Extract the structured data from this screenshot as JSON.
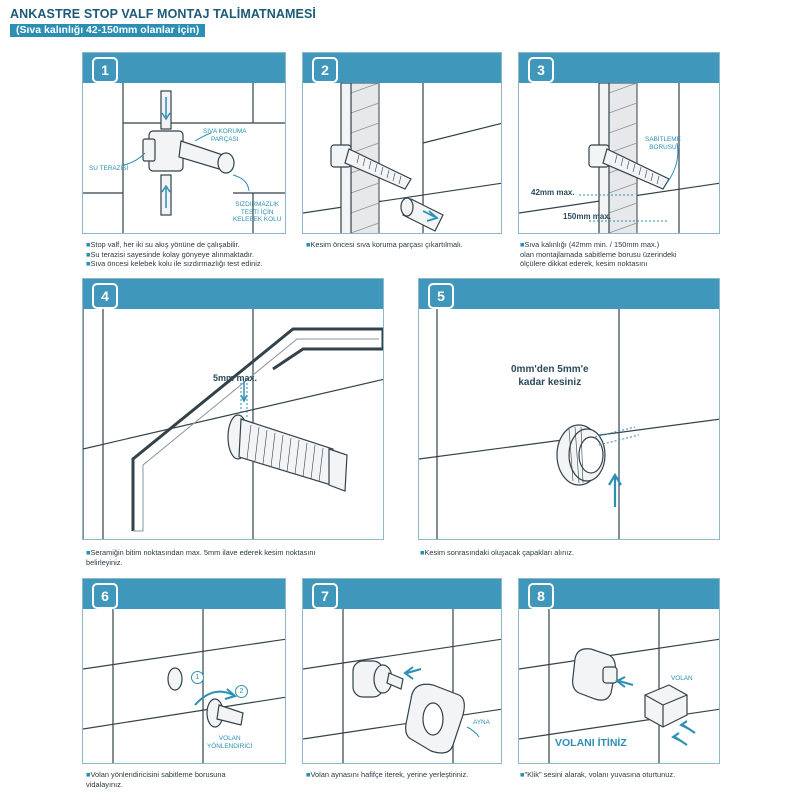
{
  "header": {
    "title": "ANKASTRE STOP VALF MONTAJ TALİMATNAMESİ",
    "subtitle": "(Sıva kalınlığı 42-150mm olanlar için)"
  },
  "colors": {
    "accent": "#3f98bb",
    "text": "#2c3a42",
    "line": "#33424a"
  },
  "steps": [
    {
      "number": "1",
      "labels": {
        "plaster_guard": "SIVA KORUMA\nPARÇASI",
        "level": "SU TERAZİSİ",
        "test_lever": "SIZDIRMAZLIK\nTESTİ İÇİN\nKELEBEK KOLU"
      },
      "caption": [
        "Stop valf, her iki su akış yönüne de çalışabilir.",
        "Su terazisi sayesinde kolay gönyeye alınmaktadır.",
        "Sıva öncesi kelebek kolu ile sızdırmazlığı test ediniz."
      ]
    },
    {
      "number": "2",
      "caption": [
        "Kesim öncesi sıva koruma parçası çıkartılmalı."
      ]
    },
    {
      "number": "3",
      "labels": {
        "fixing_pipe": "SABİTLEME\nBORUSU",
        "min": "42mm max.",
        "max": "150mm max."
      },
      "caption": [
        "Sıva kalınlığı (42mm min. / 150mm max.)",
        "olan montajlamada sabitleme borusu üzerindeki",
        "ölçülere dikkat ederek, kesim noktasını"
      ]
    },
    {
      "number": "4",
      "labels": {
        "max": "5mm max."
      },
      "caption": [
        "Seramiğin bitim noktasından max. 5mm ilave ederek kesim noktasını",
        "belirleyiniz."
      ]
    },
    {
      "number": "5",
      "labels": {
        "range": "0mm'den 5mm'e\nkadar kesiniz"
      },
      "caption": [
        "Kesim sonrasındaki oluşacak çapakları alınız."
      ]
    },
    {
      "number": "6",
      "labels": {
        "guide": "VOLAN\nYÖNLENDİRİCİ",
        "n1": "1",
        "n2": "2"
      },
      "caption": [
        "Volan yönlendiricisini sabitleme borusuna",
        "vidalayınız."
      ]
    },
    {
      "number": "7",
      "labels": {
        "mirror": "AYNA"
      },
      "caption": [
        "Volan aynasını hafifçe iterek, yerine yerleştiriniz."
      ]
    },
    {
      "number": "8",
      "labels": {
        "wheel": "VOLAN",
        "attach": "VOLANI İTİNİZ"
      },
      "caption": [
        "\"Klik\" sesini alarak, volanı yuvasına oturtunuz."
      ]
    }
  ]
}
